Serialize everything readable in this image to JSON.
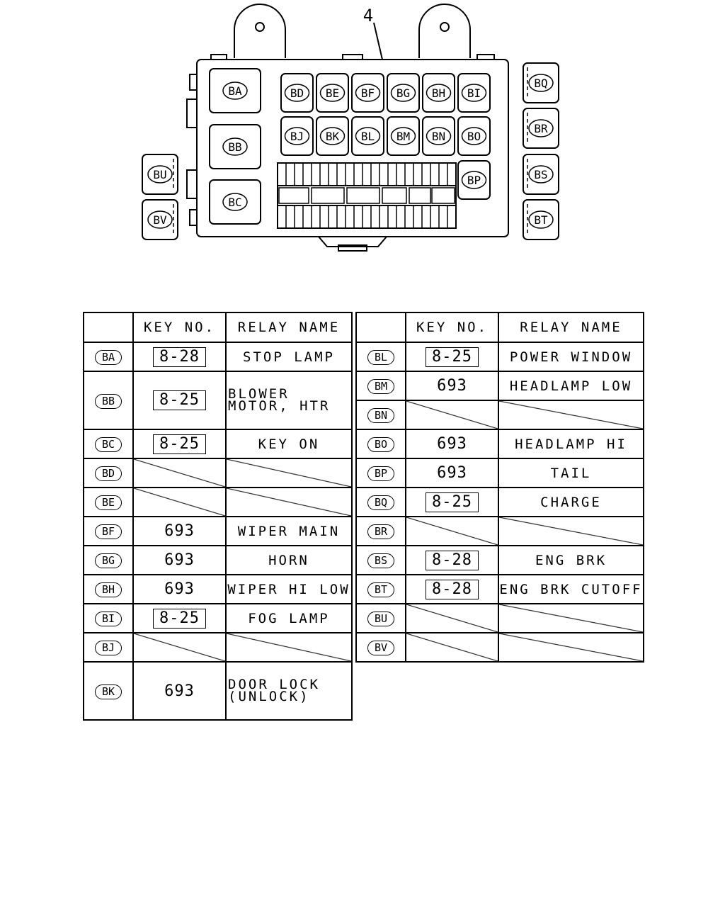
{
  "diagram": {
    "callout": "4",
    "box_relays": [
      {
        "code": "BA"
      },
      {
        "code": "BB"
      },
      {
        "code": "BC"
      },
      {
        "code": "BD"
      },
      {
        "code": "BE"
      },
      {
        "code": "BF"
      },
      {
        "code": "BG"
      },
      {
        "code": "BH"
      },
      {
        "code": "BI"
      },
      {
        "code": "BJ"
      },
      {
        "code": "BK"
      },
      {
        "code": "BL"
      },
      {
        "code": "BM"
      },
      {
        "code": "BN"
      },
      {
        "code": "BO"
      },
      {
        "code": "BP"
      }
    ],
    "left_relays": [
      {
        "code": "BU"
      },
      {
        "code": "BV"
      }
    ],
    "right_relays": [
      {
        "code": "BQ"
      },
      {
        "code": "BR"
      },
      {
        "code": "BS"
      },
      {
        "code": "BT"
      }
    ]
  },
  "tables": {
    "left": {
      "headers": [
        "",
        "KEY NO.",
        "RELAY NAME"
      ],
      "rows": [
        {
          "code": "BA",
          "key": "8-28",
          "boxed": true,
          "name": "STOP LAMP"
        },
        {
          "code": "BB",
          "key": "8-25",
          "boxed": true,
          "name": "BLOWER MOTOR,\nHTR",
          "tall": true,
          "multi": true
        },
        {
          "code": "BC",
          "key": "8-25",
          "boxed": true,
          "name": "KEY ON"
        },
        {
          "code": "BD",
          "key": "",
          "name": "",
          "blank": true
        },
        {
          "code": "BE",
          "key": "",
          "name": "",
          "blank": true
        },
        {
          "code": "BF",
          "key": "693",
          "boxed": false,
          "name": "WIPER MAIN"
        },
        {
          "code": "BG",
          "key": "693",
          "boxed": false,
          "name": "HORN"
        },
        {
          "code": "BH",
          "key": "693",
          "boxed": false,
          "name": "WIPER HI LOW"
        },
        {
          "code": "BI",
          "key": "8-25",
          "boxed": true,
          "name": "FOG LAMP"
        },
        {
          "code": "BJ",
          "key": "",
          "name": "",
          "blank": true
        },
        {
          "code": "BK",
          "key": "693",
          "boxed": false,
          "name": "DOOR LOCK\n(UNLOCK)",
          "tall": true,
          "multi": true
        }
      ]
    },
    "right": {
      "headers": [
        "",
        "KEY NO.",
        "RELAY NAME"
      ],
      "rows": [
        {
          "code": "BL",
          "key": "8-25",
          "boxed": true,
          "name": "POWER WINDOW"
        },
        {
          "code": "BM",
          "key": "693",
          "boxed": false,
          "name": "HEADLAMP LOW"
        },
        {
          "code": "BN",
          "key": "",
          "name": "",
          "blank": true
        },
        {
          "code": "BO",
          "key": "693",
          "boxed": false,
          "name": "HEADLAMP HI"
        },
        {
          "code": "BP",
          "key": "693",
          "boxed": false,
          "name": "TAIL"
        },
        {
          "code": "BQ",
          "key": "8-25",
          "boxed": true,
          "name": "CHARGE"
        },
        {
          "code": "BR",
          "key": "",
          "name": "",
          "blank": true
        },
        {
          "code": "BS",
          "key": "8-28",
          "boxed": true,
          "name": "ENG BRK"
        },
        {
          "code": "BT",
          "key": "8-28",
          "boxed": true,
          "name": "ENG BRK CUTOFF"
        },
        {
          "code": "BU",
          "key": "",
          "name": "",
          "blank": true
        },
        {
          "code": "BV",
          "key": "",
          "name": "",
          "blank": true
        }
      ]
    }
  }
}
